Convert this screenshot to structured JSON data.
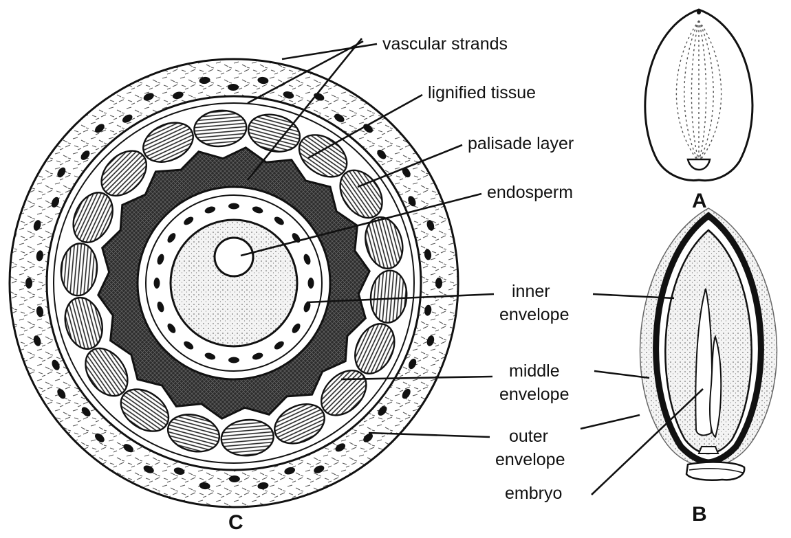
{
  "labels": {
    "vascular_strands": "vascular strands",
    "lignified_tissue": "lignified tissue",
    "palisade_layer": "palisade layer",
    "endosperm": "endosperm",
    "inner_envelope_1": "inner",
    "inner_envelope_2": "envelope",
    "middle_envelope_1": "middle",
    "middle_envelope_2": "envelope",
    "outer_envelope_1": "outer",
    "outer_envelope_2": "envelope",
    "embryo": "embryo"
  },
  "panels": {
    "a": "A",
    "b": "B",
    "c": "C"
  },
  "colors": {
    "ink": "#111111",
    "dark_tissue": "#3a3a3a",
    "stipple": "#efefef",
    "paper": "#ffffff"
  }
}
